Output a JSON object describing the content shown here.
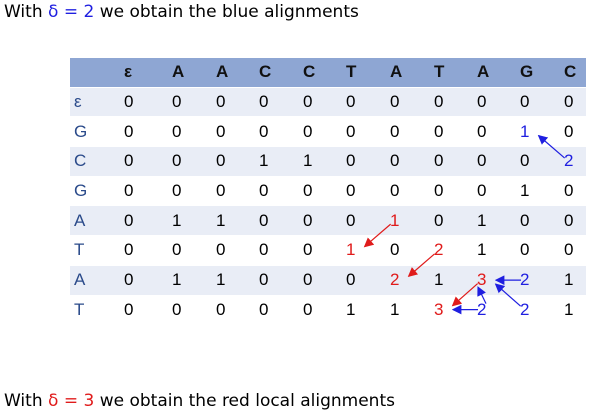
{
  "top_text": {
    "prefix": "With ",
    "delta": "δ = 2",
    "suffix": " we obtain the blue alignments"
  },
  "bottom_text": {
    "prefix": "With ",
    "delta": "δ = 3",
    "suffix": " we obtain the red local alignments"
  },
  "table": {
    "headers": [
      "",
      "ε",
      "A",
      "A",
      "C",
      "C",
      "T",
      "A",
      "T",
      "A",
      "G",
      "C"
    ],
    "rows": [
      {
        "label": "ε",
        "cells": [
          "0",
          "0",
          "0",
          "0",
          "0",
          "0",
          "0",
          "0",
          "0",
          "0",
          "0"
        ]
      },
      {
        "label": "G",
        "cells": [
          "0",
          "0",
          "0",
          "0",
          "0",
          "0",
          "0",
          "0",
          "0",
          "1",
          "0"
        ]
      },
      {
        "label": "C",
        "cells": [
          "0",
          "0",
          "0",
          "1",
          "1",
          "0",
          "0",
          "0",
          "0",
          "0",
          "2"
        ]
      },
      {
        "label": "G",
        "cells": [
          "0",
          "0",
          "0",
          "0",
          "0",
          "0",
          "0",
          "0",
          "0",
          "1",
          "0"
        ]
      },
      {
        "label": "A",
        "cells": [
          "0",
          "1",
          "1",
          "0",
          "0",
          "0",
          "1",
          "0",
          "1",
          "0",
          "0"
        ]
      },
      {
        "label": "T",
        "cells": [
          "0",
          "0",
          "0",
          "0",
          "0",
          "1",
          "0",
          "2",
          "1",
          "0",
          "0"
        ]
      },
      {
        "label": "A",
        "cells": [
          "0",
          "1",
          "1",
          "0",
          "0",
          "0",
          "2",
          "1",
          "3",
          "2",
          "1"
        ]
      },
      {
        "label": "T",
        "cells": [
          "0",
          "0",
          "0",
          "0",
          "0",
          "1",
          "1",
          "3",
          "2",
          "2",
          "1"
        ]
      }
    ],
    "highlights": {
      "red": [
        [
          4,
          6
        ],
        [
          5,
          5
        ],
        [
          5,
          7
        ],
        [
          6,
          6
        ],
        [
          6,
          8
        ],
        [
          7,
          7
        ]
      ],
      "blue": [
        [
          1,
          9
        ],
        [
          2,
          10
        ],
        [
          6,
          9
        ],
        [
          7,
          8
        ],
        [
          7,
          9
        ]
      ]
    }
  },
  "colors": {
    "header_bg": "#8ea6d3",
    "stripe_bg": "#e9edf6",
    "red": "#e01b1b",
    "blue": "#1f1fe0"
  }
}
